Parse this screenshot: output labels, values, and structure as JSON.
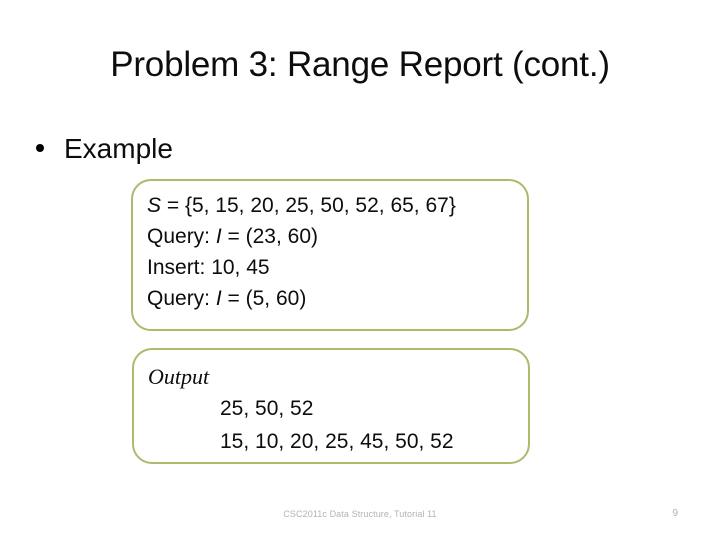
{
  "slide": {
    "title": "Problem 3: Range Report (cont.)",
    "bullet": {
      "marker": "bullet-dot",
      "label": "Example"
    },
    "input_callout": {
      "lines": [
        {
          "prefix_italic": "S",
          "rest": " = {5, 15, 20, 25, 50, 52, 65, 67}"
        },
        {
          "lead": "Query: ",
          "italic": "I",
          "rest": " = (23, 60)"
        },
        {
          "plain": "Insert: 10, 45"
        },
        {
          "lead": "Query: ",
          "italic": "I",
          "rest": " = (5, 60)"
        }
      ],
      "line1_italic": "S",
      "line1_rest": " = {5, 15, 20, 25, 50, 52, 65, 67}",
      "line2_lead": "Query: ",
      "line2_italic": "I",
      "line2_rest": " = (23, 60)",
      "line3": "Insert: 10, 45",
      "line4_lead": "Query: ",
      "line4_italic": "I",
      "line4_rest": " = (5, 60)"
    },
    "output_callout": {
      "heading": "Output",
      "values": [
        "25, 50, 52",
        "15, 10, 20, 25, 45, 50, 52"
      ],
      "value1": "25, 50, 52",
      "value2": "15, 10, 20, 25, 45, 50, 52"
    },
    "footer": {
      "note": "CSC2011c Data Structure, Tutorial 11",
      "page_number": "9"
    },
    "colors": {
      "callout_border": "#A8BC6C",
      "text": "#0D0D0D",
      "footer_text": "#B3B3B3",
      "background": "#FFFFFF"
    }
  }
}
